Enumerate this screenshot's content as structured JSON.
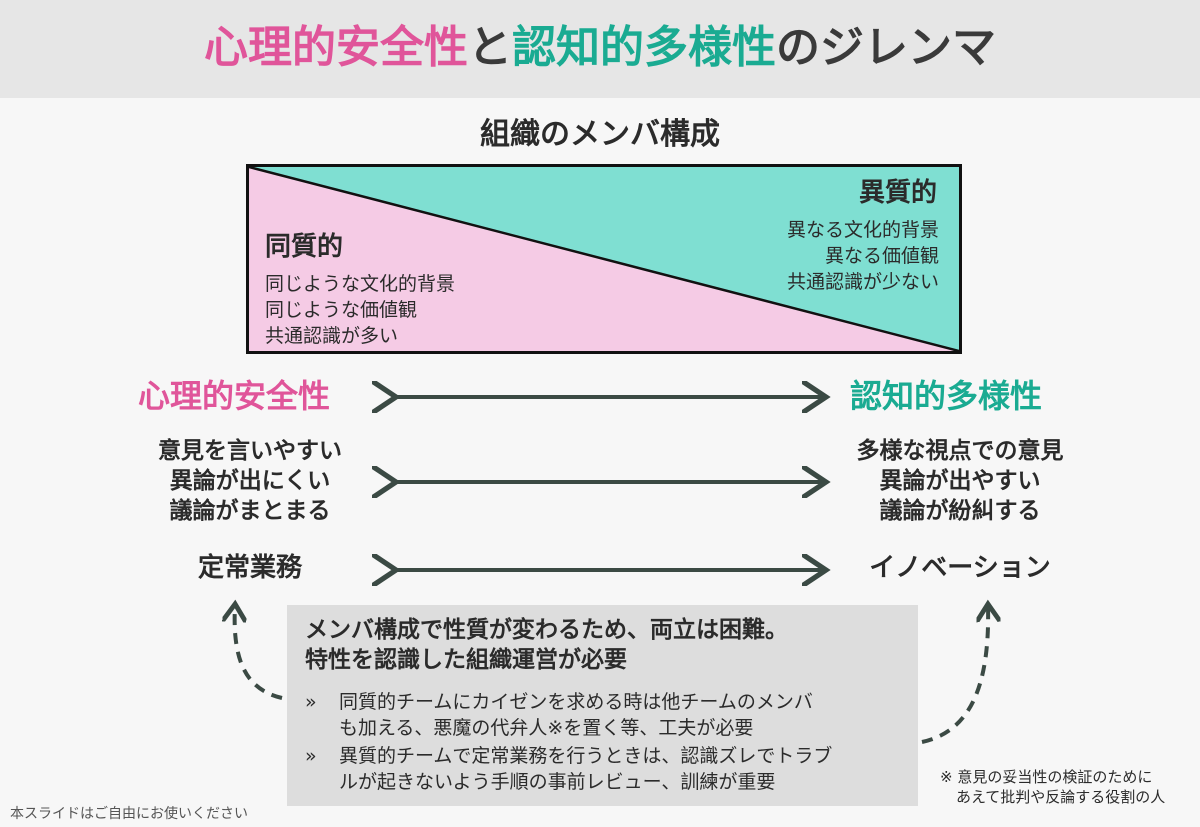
{
  "colors": {
    "pink": "#e0559a",
    "teal": "#1aab92",
    "pink_fill": "#f5cbe5",
    "teal_fill": "#7fdfd2",
    "header_bg": "#e6e6e6",
    "box_bg": "#dddddd"
  },
  "title": {
    "part1": "心理的安全性",
    "part2": "と",
    "part3": "認知的多様性",
    "part4": "のジレンマ"
  },
  "composition": {
    "heading": "組織のメンバ構成",
    "homogeneous": {
      "title": "同質的",
      "lines": [
        "同じような文化的背景",
        "同じような価値観",
        "共通認識が多い"
      ]
    },
    "heterogeneous": {
      "title": "異質的",
      "lines": [
        "異なる文化的背景",
        "異なる価値観",
        "共通認識が少ない"
      ]
    }
  },
  "left": {
    "heading": "心理的安全性",
    "traits": [
      "意見を言いやすい",
      "異論が出にくい",
      "議論がまとまる"
    ],
    "work": "定常業務"
  },
  "right": {
    "heading": "認知的多様性",
    "traits": [
      "多様な視点での意見",
      "異論が出やすい",
      "議論が紛糾する"
    ],
    "work": "イノベーション"
  },
  "conclusion": {
    "main_line1": "メンバ構成で性質が変わるため、両立は困難。",
    "main_line2": "特性を認識した組織運営が必要",
    "bullet_mark": "»",
    "bullet1_line1": "同質的チームにカイゼンを求める時は他チームのメンバ",
    "bullet1_line2": "も加える、悪魔の代弁人※を置く等、工夫が必要",
    "bullet2_line1": "異質的チームで定常業務を行うときは、認識ズレでトラブ",
    "bullet2_line2": "ルが起きないよう手順の事前レビュー、訓練が重要"
  },
  "note": {
    "line1": "※ 意見の妥当性の検証のために",
    "line2": "あえて批判や反論する役割の人"
  },
  "footer": "本スライドはご自由にお使いください"
}
